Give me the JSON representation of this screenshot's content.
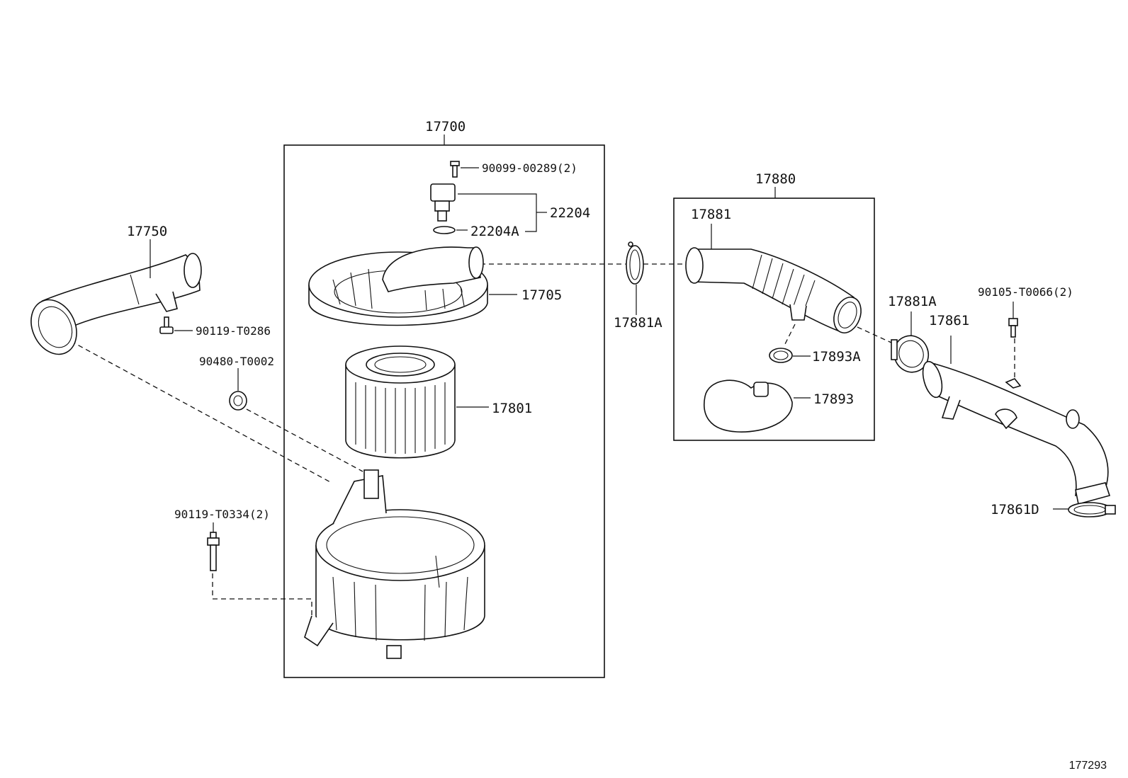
{
  "labels": {
    "p17700": "17700",
    "p90099": "90099-00289(2)",
    "p22204": "22204",
    "p22204A": "22204A",
    "p17705": "17705",
    "p17801": "17801",
    "p17750": "17750",
    "p90119_0286": "90119-T0286",
    "p90480": "90480-T0002",
    "p90119_0334": "90119-T0334(2)",
    "p17880": "17880",
    "p17881": "17881",
    "p17881A_left": "17881A",
    "p17893A": "17893A",
    "p17893": "17893",
    "p17881A_right": "17881A",
    "p90105": "90105-T0066(2)",
    "p17861": "17861",
    "p17861D": "17861D"
  },
  "footer": {
    "code": "177293"
  }
}
